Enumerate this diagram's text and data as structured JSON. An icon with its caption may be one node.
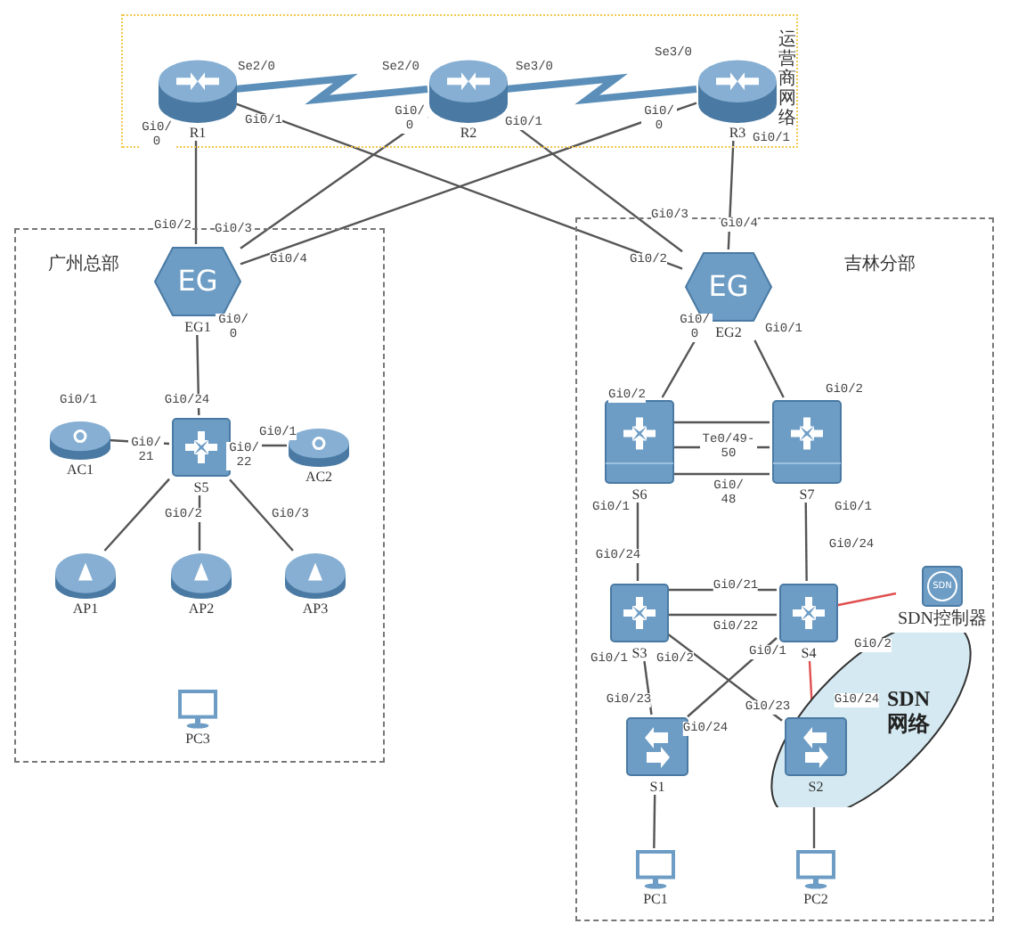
{
  "diagram": {
    "nodes": [
      {
        "text": [
          "运营商网络"
        ]
      },
      {
        "text": [
          "R1"
        ],
        "in": 0
      },
      {
        "text": [
          "R2"
        ],
        "in": 0
      },
      {
        "text": [
          "R3"
        ],
        "in": 0
      },
      {
        "text": [
          "广州总部"
        ]
      },
      {
        "text": [
          "EG",
          "EG1"
        ],
        "in": 4
      },
      {
        "text": [
          "S5"
        ],
        "in": 4
      },
      {
        "text": [
          "AC1"
        ],
        "in": 4
      },
      {
        "text": [
          "AC2"
        ],
        "in": 4
      },
      {
        "text": [
          "AP1"
        ],
        "in": 4
      },
      {
        "text": [
          "AP2"
        ],
        "in": 4
      },
      {
        "text": [
          "AP3"
        ],
        "in": 4
      },
      {
        "text": [
          "PC3"
        ],
        "in": 4
      },
      {
        "text": [
          "吉林分部"
        ]
      },
      {
        "text": [
          "EG",
          "EG2"
        ],
        "in": 13
      },
      {
        "text": [
          "S6"
        ],
        "in": 13
      },
      {
        "text": [
          "S7"
        ],
        "in": 13
      },
      {
        "text": [
          "S3"
        ],
        "in": 13
      },
      {
        "text": [
          "S4"
        ],
        "in": 13
      },
      {
        "text": [
          "SDN 网络"
        ],
        "in": 13
      },
      {
        "text": [
          "SDN",
          "SDN控制器"
        ],
        "in": 13
      },
      {
        "text": [
          "S1"
        ],
        "in": 13
      },
      {
        "text": [
          "S2"
        ],
        "in": 19
      },
      {
        "text": [
          "PC1"
        ],
        "in": 13
      },
      {
        "text": [
          "PC2"
        ],
        "in": 13
      }
    ],
    "edges": [
      {
        "from": 1,
        "to": 2,
        "arrow": "none",
        "style": "thick",
        "color": "#5b8fb9"
      },
      {
        "from": 2,
        "to": 3,
        "arrow": "none",
        "style": "thick",
        "color": "#5b8fb9"
      },
      {
        "from": 1,
        "to": 5,
        "arrow": "none"
      },
      {
        "from": 1,
        "to": 14,
        "arrow": "none"
      },
      {
        "from": 2,
        "to": 5,
        "arrow": "none"
      },
      {
        "from": 2,
        "to": 14,
        "arrow": "none"
      },
      {
        "from": 3,
        "to": 5,
        "arrow": "none"
      },
      {
        "from": 3,
        "to": 14,
        "arrow": "none"
      },
      {
        "from": 5,
        "to": 6,
        "arrow": "none"
      },
      {
        "from": 6,
        "to": 7,
        "arrow": "none"
      },
      {
        "from": 6,
        "to": 8,
        "arrow": "none"
      },
      {
        "from": 6,
        "to": 9,
        "arrow": "none"
      },
      {
        "from": 6,
        "to": 10,
        "arrow": "none"
      },
      {
        "from": 6,
        "to": 11,
        "arrow": "none"
      },
      {
        "from": 14,
        "to": 15,
        "arrow": "none"
      },
      {
        "from": 14,
        "to": 16,
        "arrow": "none"
      },
      {
        "from": 15,
        "to": 16,
        "arrow": "none"
      },
      {
        "from": 15,
        "to": 16,
        "arrow": "none"
      },
      {
        "from": 15,
        "to": 16,
        "arrow": "none"
      },
      {
        "from": 15,
        "to": 17,
        "arrow": "none"
      },
      {
        "from": 16,
        "to": 18,
        "arrow": "none"
      },
      {
        "from": 17,
        "to": 18,
        "arrow": "none"
      },
      {
        "from": 17,
        "to": 18,
        "arrow": "none"
      },
      {
        "from": 17,
        "to": 21,
        "arrow": "none"
      },
      {
        "from": 17,
        "to": 22,
        "arrow": "none"
      },
      {
        "from": 18,
        "to": 21,
        "arrow": "none"
      },
      {
        "from": 18,
        "to": 22,
        "arrow": "none",
        "color": "#e05050"
      },
      {
        "from": 18,
        "to": 20,
        "arrow": "none",
        "color": "#e05050"
      },
      {
        "from": 21,
        "to": 23,
        "arrow": "none"
      },
      {
        "from": 22,
        "to": 24,
        "arrow": "none"
      }
    ],
    "labels": [
      "Se2/0",
      "Se2/0",
      "Se3/0",
      "Se3/0",
      "Gi0/ 0",
      "Gi0/1",
      "Gi0/ 0",
      "Gi0/1",
      "Gi0/ 0",
      "Gi0/1",
      "Gi0/2",
      "Gi0/3",
      "Gi0/4",
      "Gi0/ 0",
      "Gi0/1",
      "Gi0/24",
      "Gi0/ 21",
      "Gi0/1",
      "Gi0/ 22",
      "Gi0/2",
      "Gi0/3",
      "Gi0/3",
      "Gi0/4",
      "Gi0/2",
      "Gi0/ 0",
      "Gi0/1",
      "Gi0/2",
      "Gi0/2",
      "Te0/49- 50",
      "Gi0/ 48",
      "Gi0/1",
      "Gi0/1",
      "Gi0/24",
      "Gi0/24",
      "Gi0/21",
      "Gi0/22",
      "Gi0/1",
      "Gi0/2",
      "Gi0/1",
      "Gi0/2",
      "Gi0/23",
      "Gi0/24",
      "Gi0/23",
      "Gi0/24"
    ]
  }
}
